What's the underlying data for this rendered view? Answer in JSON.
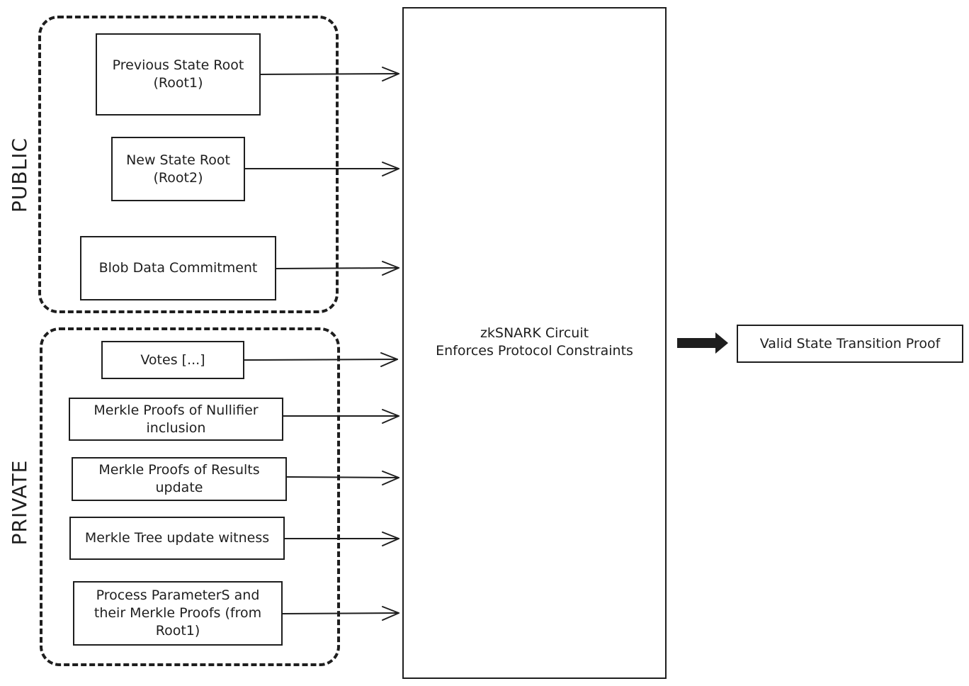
{
  "groups": {
    "public_label": "PUBLIC",
    "private_label": "PRIVATE"
  },
  "inputs": {
    "prev_root": "Previous State Root\n(Root1)",
    "new_root": "New State Root\n(Root2)",
    "blob": "Blob Data Commitment",
    "votes": "Votes [...]",
    "nullifier": "Merkle Proofs of Nullifier\ninclusion",
    "results": "Merkle Proofs of Results\nupdate",
    "tree_witness": "Merkle Tree update witness",
    "process": "Process ParameterS  and\ntheir Merkle Proofs (from\nRoot1)"
  },
  "circuit": {
    "line1": "zkSNARK Circuit",
    "line2": "Enforces Protocol Constraints"
  },
  "output": {
    "label": "Valid State Transition Proof"
  }
}
